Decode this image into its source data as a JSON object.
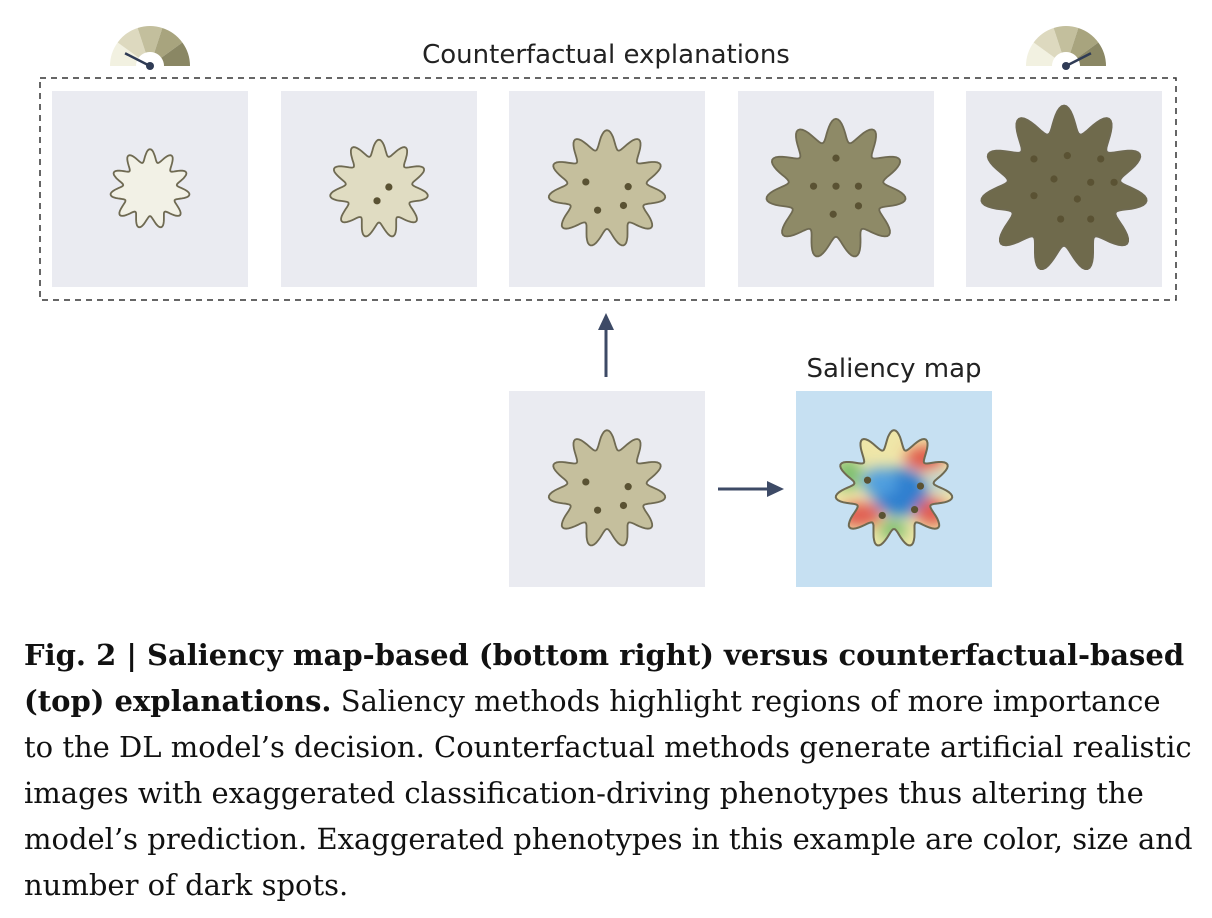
{
  "figure": {
    "counterfactual_title": "Counterfactual explanations",
    "saliency_title": "Saliency map",
    "colors": {
      "panel_bg": "#eaebf1",
      "arrow": "#3d4a66",
      "saliency_bg": "#c6e0f2",
      "spot": "#5a5233",
      "shape_stroke": "#6f6a52",
      "gauge_colors": [
        "#f2f1e1",
        "#ddd9bf",
        "#c3bf9d",
        "#a8a47e",
        "#8a8764"
      ],
      "gauge_needle": "#2f3b55"
    },
    "counterfactual_panels": [
      {
        "fill": "#f2f1e6",
        "spots": 0,
        "size": 0.42
      },
      {
        "fill": "#e0dcc2",
        "spots": 2,
        "size": 0.52
      },
      {
        "fill": "#c5bf9d",
        "spots": 4,
        "size": 0.62
      },
      {
        "fill": "#8e8a67",
        "spots": 6,
        "size": 0.74
      },
      {
        "fill": "#6f6a4c",
        "spots": 10,
        "size": 0.88
      }
    ],
    "input_panel": {
      "fill": "#c5bf9d",
      "spots": 4,
      "size": 0.62
    },
    "gauges": [
      {
        "level": 0.15
      },
      {
        "level": 0.85
      }
    ]
  },
  "caption": {
    "label": "Fig. 2 | Saliency map-based (bottom right) versus counterfactual-based (top) explanations.",
    "text": " Saliency methods highlight regions of more importance to the DL model’s decision. Counterfactual methods generate artificial realistic images with exaggerated classification-driving phenotypes thus altering the model’s prediction. Exaggerated phenotypes in this example are color, size and number of dark spots."
  }
}
